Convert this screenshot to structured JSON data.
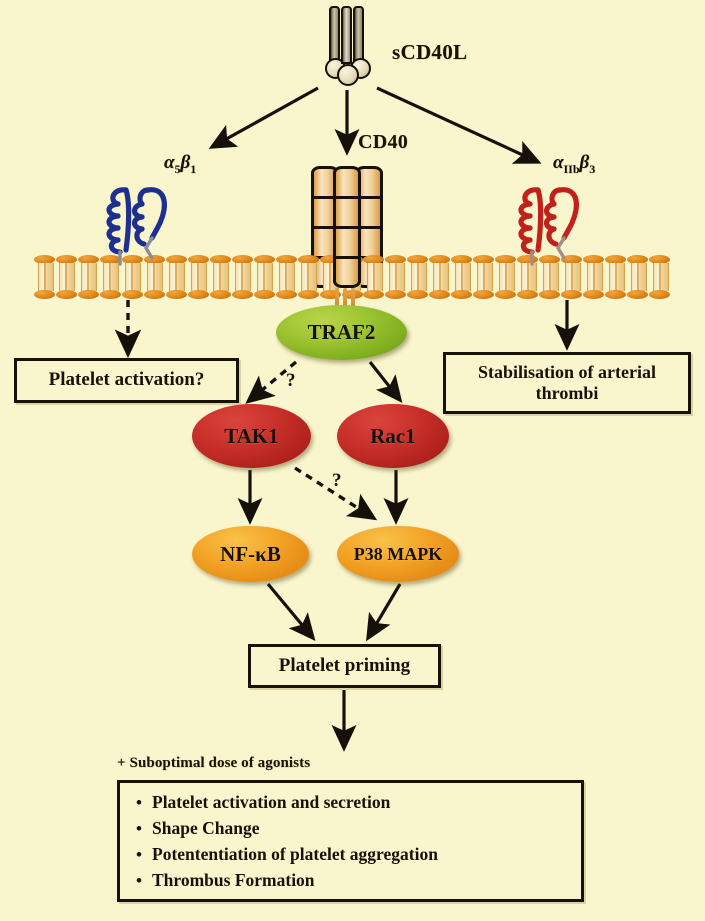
{
  "figure": {
    "background_color": "#f9f6cd",
    "ligand": {
      "label": "sCD40L",
      "icon": "trimeric-ligand-icon"
    },
    "receptors": {
      "cd40": {
        "label": "CD40",
        "icon": "cd40-cylinder-receptor-icon",
        "color": "#e8b96d"
      },
      "integrin_left": {
        "label_alpha": "α",
        "label_alpha_sub": "5",
        "label_beta": "β",
        "label_beta_sub": "1",
        "color": "#1f2f8f",
        "icon": "integrin-icon"
      },
      "integrin_right": {
        "label_alpha": "α",
        "label_alpha_sub": "IIb",
        "label_beta": "β",
        "label_beta_sub": "3",
        "color": "#c0211a",
        "icon": "integrin-icon"
      }
    },
    "membrane": {
      "icon": "lipid-bilayer-icon",
      "head_color": "#dd8518",
      "tail_color": "#f6e2b0",
      "unit_count": 29
    },
    "nodes": [
      {
        "id": "traf2",
        "label": "TRAF2",
        "color": "#9dc431",
        "shape": "ellipse"
      },
      {
        "id": "tak1",
        "label": "TAK1",
        "color": "#c9302a",
        "shape": "ellipse"
      },
      {
        "id": "rac1",
        "label": "Rac1",
        "color": "#c9302a",
        "shape": "ellipse"
      },
      {
        "id": "nfkb",
        "label": "NF-κB",
        "color": "#f3a326",
        "shape": "ellipse"
      },
      {
        "id": "p38",
        "label": "P38 MAPK",
        "color": "#f3a326",
        "shape": "ellipse"
      }
    ],
    "boxes": {
      "platelet_activation": "Platelet activation?",
      "stabilisation_line1": "Stabilisation of arterial",
      "stabilisation_line2": "thrombi",
      "platelet_priming": "Platelet priming"
    },
    "agonists_note": "+ Suboptimal dose of agonists",
    "outcomes": {
      "bullet_char": "•",
      "items": [
        "Platelet activation and secretion",
        "Shape Change",
        "Potententiation of platelet aggregation",
        "Thrombus Formation"
      ]
    },
    "uncertainty_marks": [
      {
        "id": "traf2-to-tak1",
        "label": "?"
      },
      {
        "id": "tak1-to-p38",
        "label": "?"
      }
    ]
  }
}
